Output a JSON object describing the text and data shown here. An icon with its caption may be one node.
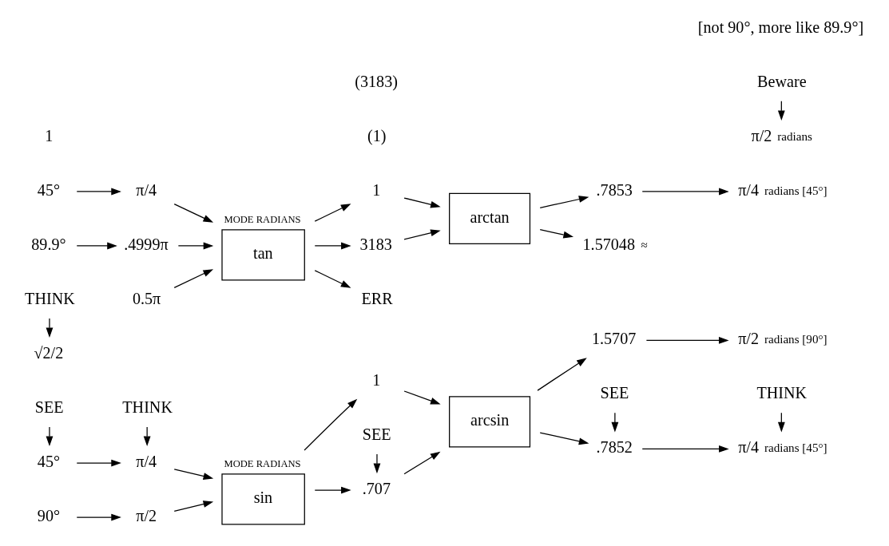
{
  "diagram": {
    "nodes": [
      {
        "text": [
          "SEE"
        ]
      },
      {
        "text": [
          "THINK"
        ]
      },
      {
        "text": [
          "SEE"
        ]
      },
      {
        "text": [
          "THINK"
        ]
      },
      {
        "text": [
          "SEE"
        ]
      },
      {
        "text": [
          "THINK"
        ]
      },
      {
        "text": [
          "45°"
        ]
      },
      {
        "text": [
          "π/4"
        ]
      },
      {
        "text": [
          ".707"
        ]
      },
      {
        "text": [
          "√2/2"
        ]
      },
      {
        "text": [
          ".7852"
        ]
      },
      {
        "text": [
          "π/4"
        ],
        "beside": [
          "radians [45°]"
        ]
      },
      {
        "text": [
          "sin"
        ],
        "beside": [
          "MODE RADIANS"
        ]
      },
      {
        "text": [
          "arcsin"
        ]
      },
      {
        "text": [
          "90°"
        ]
      },
      {
        "text": [
          "π/2"
        ]
      },
      {
        "text": [
          "1"
        ]
      },
      {
        "text": [
          "1.5707"
        ]
      },
      {
        "text": [
          "π/2"
        ],
        "beside": [
          "radians [90°]"
        ]
      },
      {
        "text": [
          "45°"
        ]
      },
      {
        "text": [
          "π/4"
        ]
      },
      {
        "text": [
          "tan"
        ],
        "beside": [
          "MODE RADIANS"
        ]
      },
      {
        "text": [
          "1"
        ]
      },
      {
        "text": [
          "arctan"
        ]
      },
      {
        "text": [
          ".7853"
        ]
      },
      {
        "text": [
          "π/4"
        ],
        "beside": [
          "radians [45°]"
        ]
      },
      {
        "text": [
          "Beware"
        ]
      },
      {
        "text": [
          "89.9°"
        ]
      },
      {
        "text": [
          ".4999π"
        ]
      },
      {
        "text": [
          "3183"
        ]
      },
      {
        "text": [
          "1.57048"
        ],
        "beside": [
          "≈"
        ]
      },
      {
        "text": [
          "π/2"
        ],
        "beside": [
          "radians"
        ]
      },
      {
        "text": [
          "0.5π"
        ]
      },
      {
        "text": [
          "ERR"
        ]
      }
    ],
    "edges": [
      {
        "from": 0,
        "to": 6,
        "arrow": "to"
      },
      {
        "from": 1,
        "to": 7,
        "arrow": "to"
      },
      {
        "from": 2,
        "to": 8,
        "arrow": "to"
      },
      {
        "from": 3,
        "to": 9,
        "arrow": "to"
      },
      {
        "from": 4,
        "to": 10,
        "arrow": "to"
      },
      {
        "from": 5,
        "to": 11,
        "arrow": "to"
      },
      {
        "from": 6,
        "to": 7,
        "arrow": "to"
      },
      {
        "from": 7,
        "to": 12,
        "arrow": "to"
      },
      {
        "from": 14,
        "to": 15,
        "arrow": "to"
      },
      {
        "from": 15,
        "to": 12,
        "arrow": "to"
      },
      {
        "from": 12,
        "to": 8,
        "arrow": "to"
      },
      {
        "from": 12,
        "to": 16,
        "arrow": "to"
      },
      {
        "from": 8,
        "to": 13,
        "arrow": "to"
      },
      {
        "from": 16,
        "to": 13,
        "arrow": "to"
      },
      {
        "from": 13,
        "to": 10,
        "arrow": "to"
      },
      {
        "from": 13,
        "to": 17,
        "arrow": "to"
      },
      {
        "from": 10,
        "to": 11,
        "arrow": "to"
      },
      {
        "from": 17,
        "to": 18,
        "arrow": "to"
      },
      {
        "from": 19,
        "to": 20,
        "arrow": "to"
      },
      {
        "from": 20,
        "to": 21,
        "arrow": "to"
      },
      {
        "from": 27,
        "to": 28,
        "arrow": "to"
      },
      {
        "from": 28,
        "to": 21,
        "arrow": "to"
      },
      {
        "from": 32,
        "to": 21,
        "arrow": "to"
      },
      {
        "from": 21,
        "to": 22,
        "arrow": "to"
      },
      {
        "from": 21,
        "to": 29,
        "arrow": "to"
      },
      {
        "from": 21,
        "to": 33,
        "arrow": "to"
      },
      {
        "from": 22,
        "to": 23,
        "arrow": "to"
      },
      {
        "from": 29,
        "to": 23,
        "arrow": "to"
      },
      {
        "from": 23,
        "to": 24,
        "arrow": "to"
      },
      {
        "from": 23,
        "to": 30,
        "arrow": "to"
      },
      {
        "from": 24,
        "to": 25,
        "arrow": "to"
      },
      {
        "from": 26,
        "to": 31,
        "arrow": "to"
      }
    ],
    "labels": [
      "1",
      "(1)",
      "(3183)",
      "[not 90°, more like 89.9°]"
    ]
  }
}
